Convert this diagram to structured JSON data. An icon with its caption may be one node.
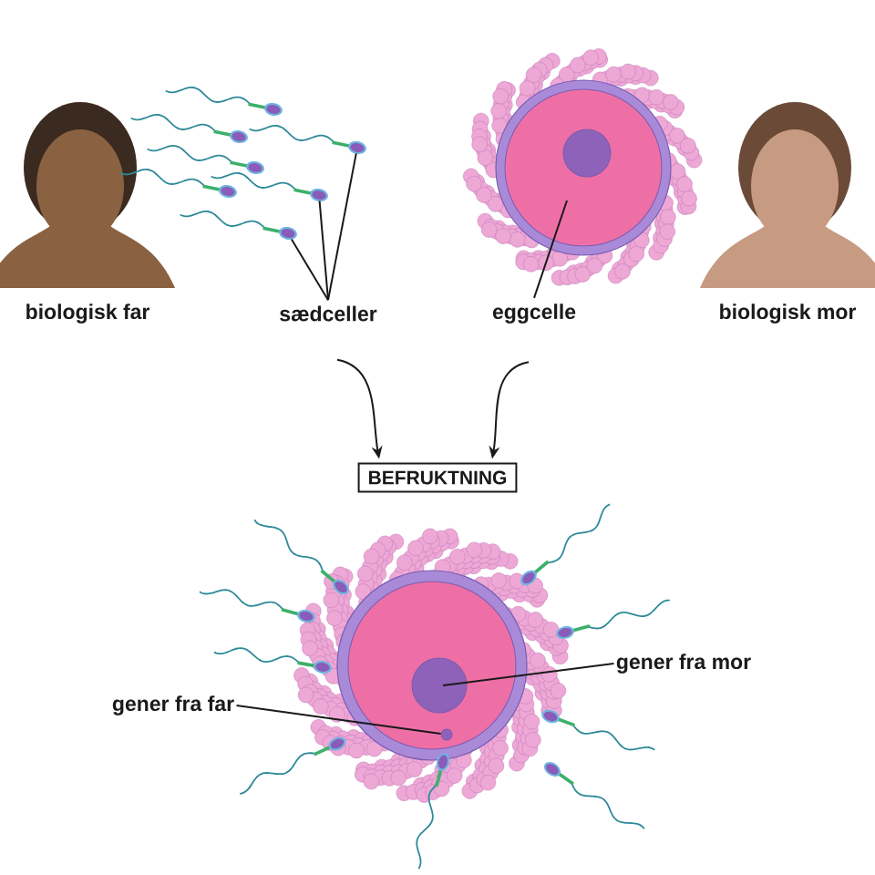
{
  "diagram": {
    "nodes": [
      {
        "text": [
          "biologisk far"
        ]
      },
      {
        "text": [
          "sædceller"
        ]
      },
      {
        "text": [
          "eggcelle"
        ]
      },
      {
        "text": [
          "biologisk mor"
        ]
      },
      {
        "text": [
          "BEFRUKTNING"
        ]
      },
      {
        "text": [
          "gener fra mor"
        ]
      },
      {
        "text": [
          "gener fra far"
        ]
      },
      {
        "text": [],
        "shape": "picture"
      },
      {
        "text": [],
        "shape": "picture"
      },
      {
        "text": [],
        "shape": "picture"
      },
      {
        "text": [],
        "shape": "picture"
      },
      {
        "text": [],
        "shape": "circle"
      },
      {
        "text": [],
        "shape": "circle"
      }
    ],
    "edges": [
      {
        "from": 1,
        "to": 9,
        "arrow": "none"
      },
      {
        "from": 1,
        "to": 8,
        "arrow": "none"
      },
      {
        "from": 1,
        "to": 7,
        "arrow": "none"
      },
      {
        "from": 2,
        "to": 10,
        "arrow": "none"
      },
      {
        "from": 1,
        "to": 4,
        "arrow": "to"
      },
      {
        "from": 2,
        "to": 4,
        "arrow": "to"
      },
      {
        "from": 5,
        "to": 11,
        "arrow": "none"
      },
      {
        "from": 6,
        "to": 12,
        "arrow": "none"
      }
    ]
  }
}
